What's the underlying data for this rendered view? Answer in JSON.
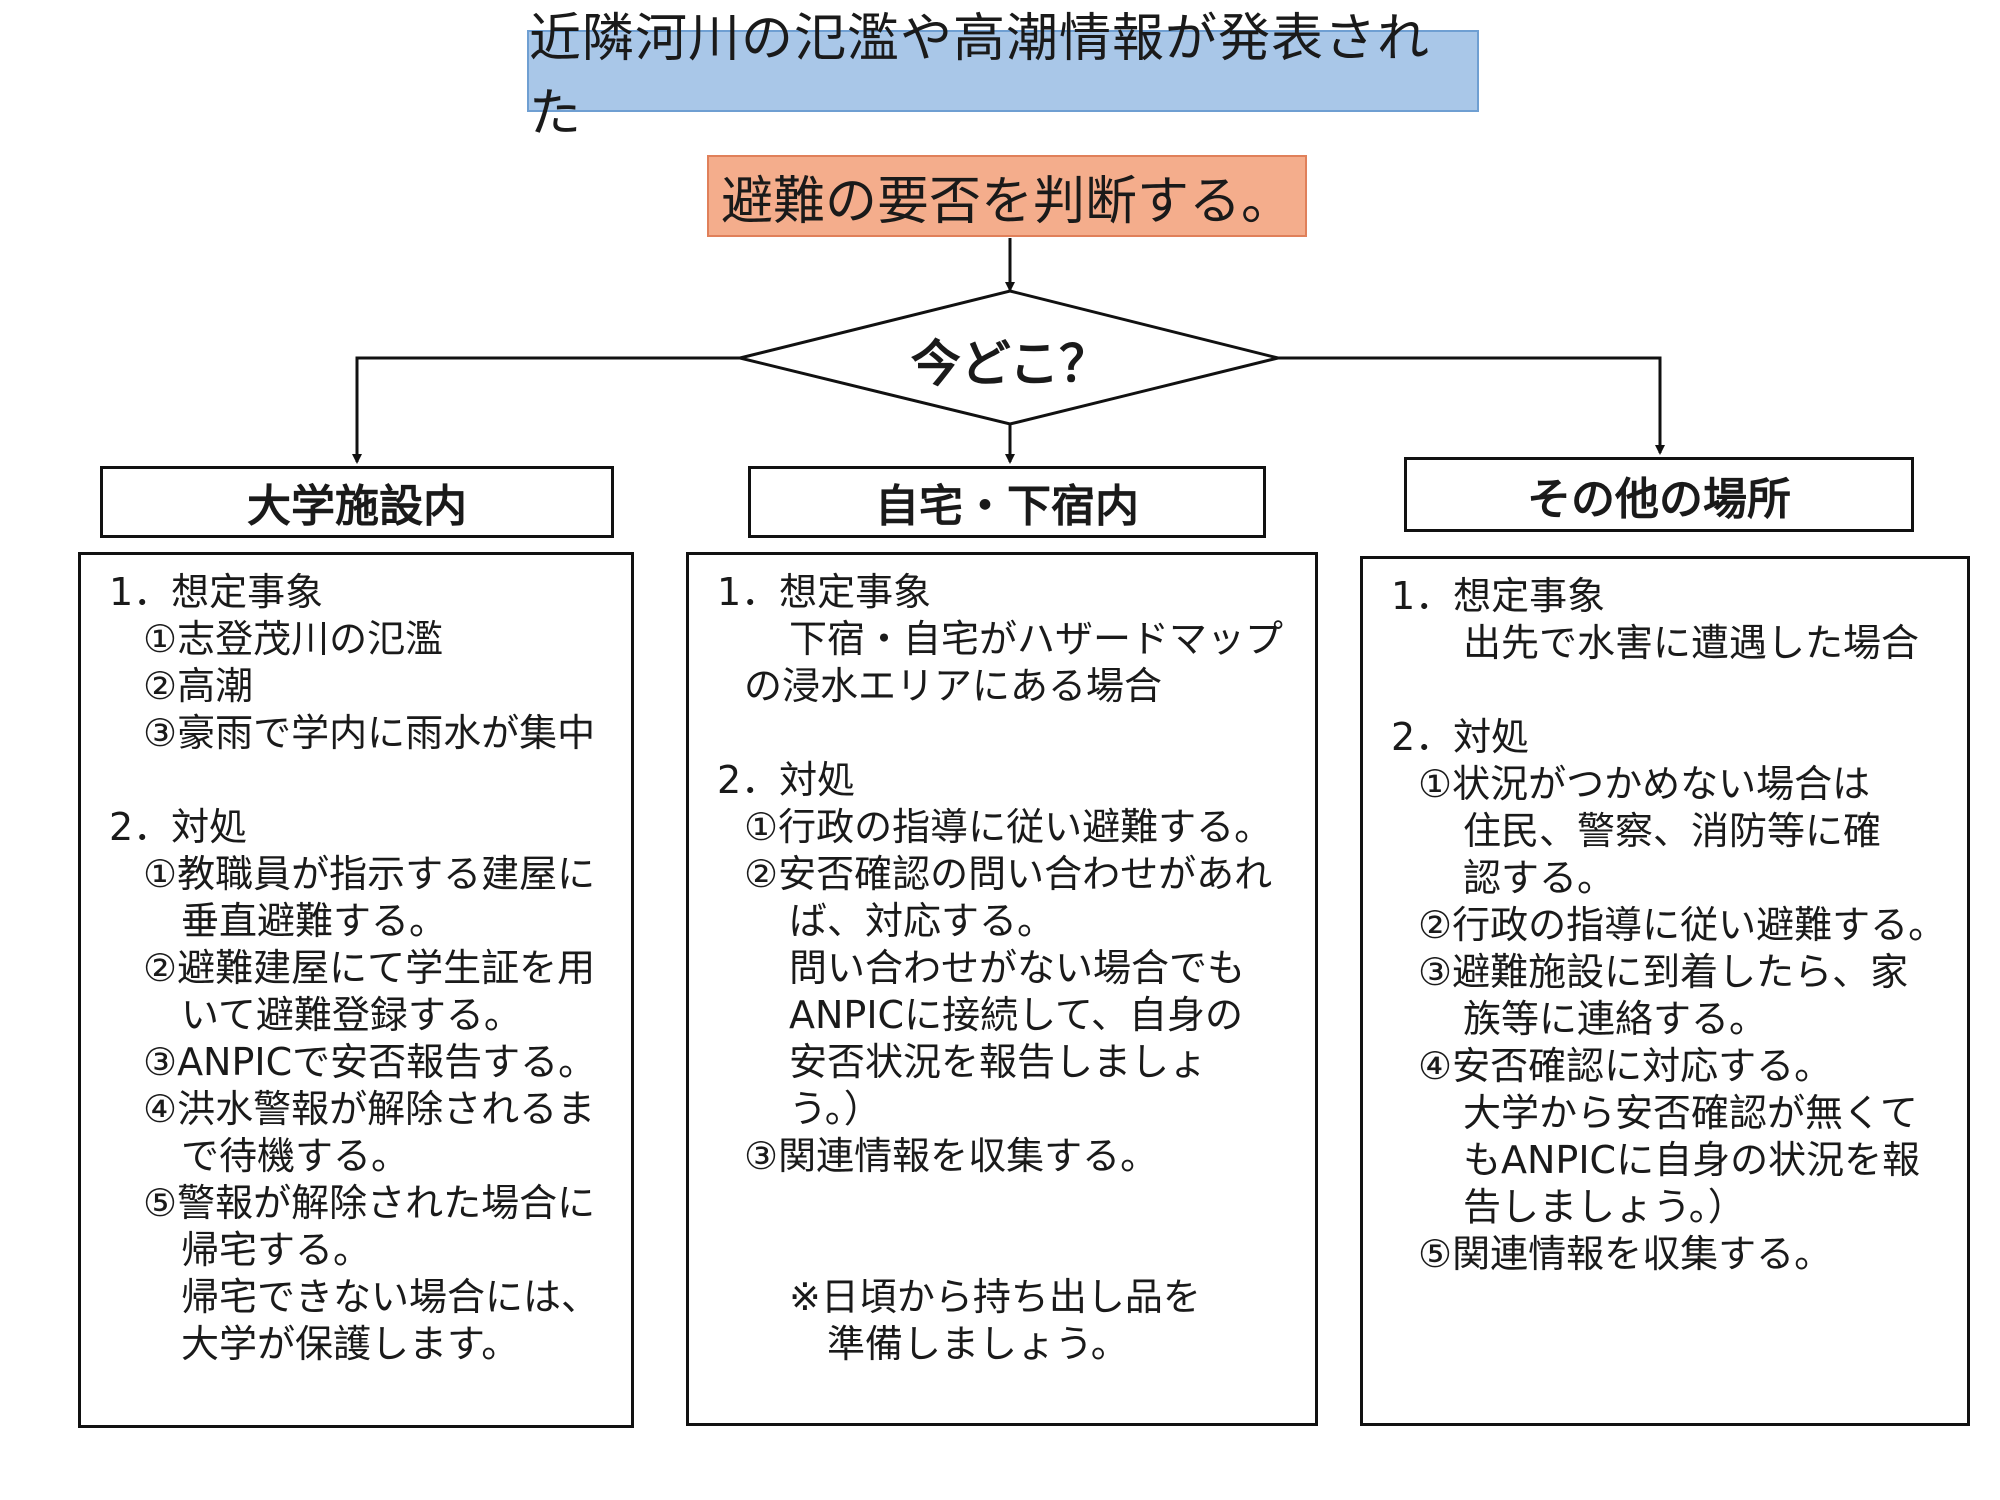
{
  "banner": "近隣河川の氾濫や高潮情報が発表された",
  "judge": "避難の要否を判断する。",
  "decision": "今どこ？",
  "columns": {
    "campus": {
      "header": "大学施設内",
      "lines": [
        "1．想定事象",
        "①志登茂川の氾濫",
        "②高潮",
        "③豪雨で学内に雨水が集中",
        "",
        "2．対処",
        "①教職員が指示する建屋に",
        "垂直避難する。",
        "②避難建屋にて学生証を用",
        "いて避難登録する。",
        "③ANPICで安否報告する。",
        "④洪水警報が解除されるま",
        "で待機する。",
        "⑤警報が解除された場合に",
        "帰宅する。",
        "帰宅できない場合には、",
        "大学が保護します。"
      ]
    },
    "home": {
      "header": "自宅・下宿内",
      "lines": [
        "1．想定事象",
        "下宿・自宅がハザードマップ",
        "の浸水エリアにある場合",
        "",
        "2．対処",
        "①行政の指導に従い避難する。",
        "②安否確認の問い合わせがあれ",
        "ば、対応する。",
        "問い合わせがない場合でも",
        "ANPICに接続して、自身の",
        "安否状況を報告しましょ",
        "う。）",
        "③関連情報を収集する。",
        "",
        "",
        "※日頃から持ち出し品を",
        "準備しましょう。"
      ]
    },
    "other": {
      "header": "その他の場所",
      "lines": [
        "1．想定事象",
        "出先で水害に遭遇した場合",
        "",
        "2．対処",
        "①状況がつかめない場合は",
        "住民、警察、消防等に確",
        "認する。",
        "②行政の指導に従い避難する。",
        "③避難施設に到着したら、家",
        "族等に連絡する。",
        "④安否確認に対応する。",
        "大学から安否確認が無くて",
        "もANPICに自身の状況を報",
        "告しましょう。）",
        "⑤関連情報を収集する。"
      ]
    }
  }
}
